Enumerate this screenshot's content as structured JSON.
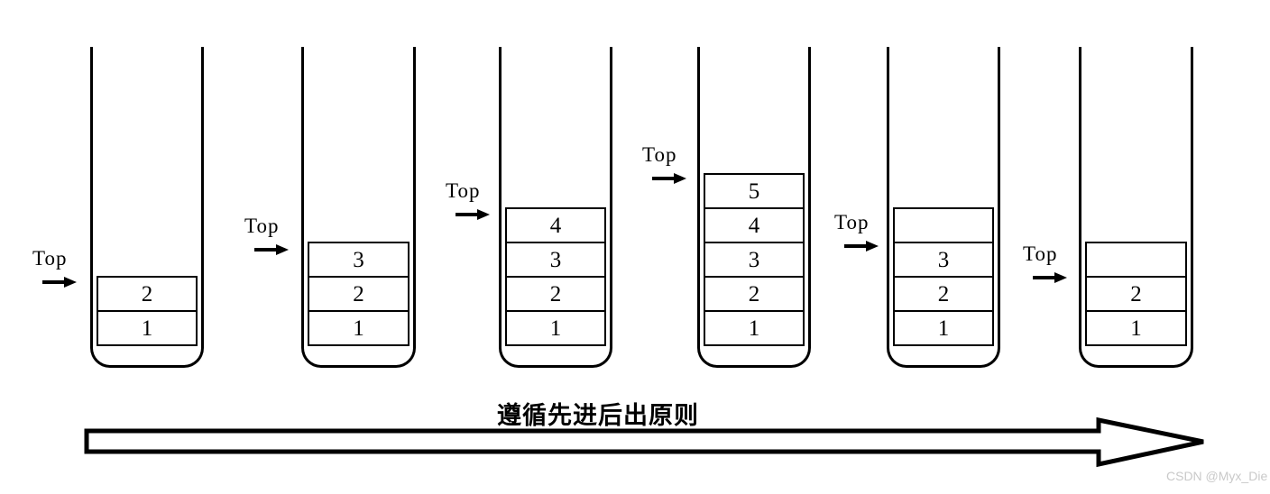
{
  "caption": "遵循先进后出原则",
  "watermark": "CSDN @Myx_Die",
  "colors": {
    "line": "#000000",
    "background": "#ffffff",
    "watermark_text": "#c9c9c9"
  },
  "stacks": [
    {
      "top_label": "Top",
      "cells": [
        "2",
        "1"
      ]
    },
    {
      "top_label": "Top",
      "cells": [
        "3",
        "2",
        "1"
      ]
    },
    {
      "top_label": "Top",
      "cells": [
        "4",
        "3",
        "2",
        "1"
      ]
    },
    {
      "top_label": "Top",
      "cells": [
        "5",
        "4",
        "3",
        "2",
        "1"
      ]
    },
    {
      "top_label": "Top",
      "cells": [
        "",
        "3",
        "2",
        "1"
      ]
    },
    {
      "top_label": "Top",
      "cells": [
        "",
        "2",
        "1"
      ]
    }
  ]
}
